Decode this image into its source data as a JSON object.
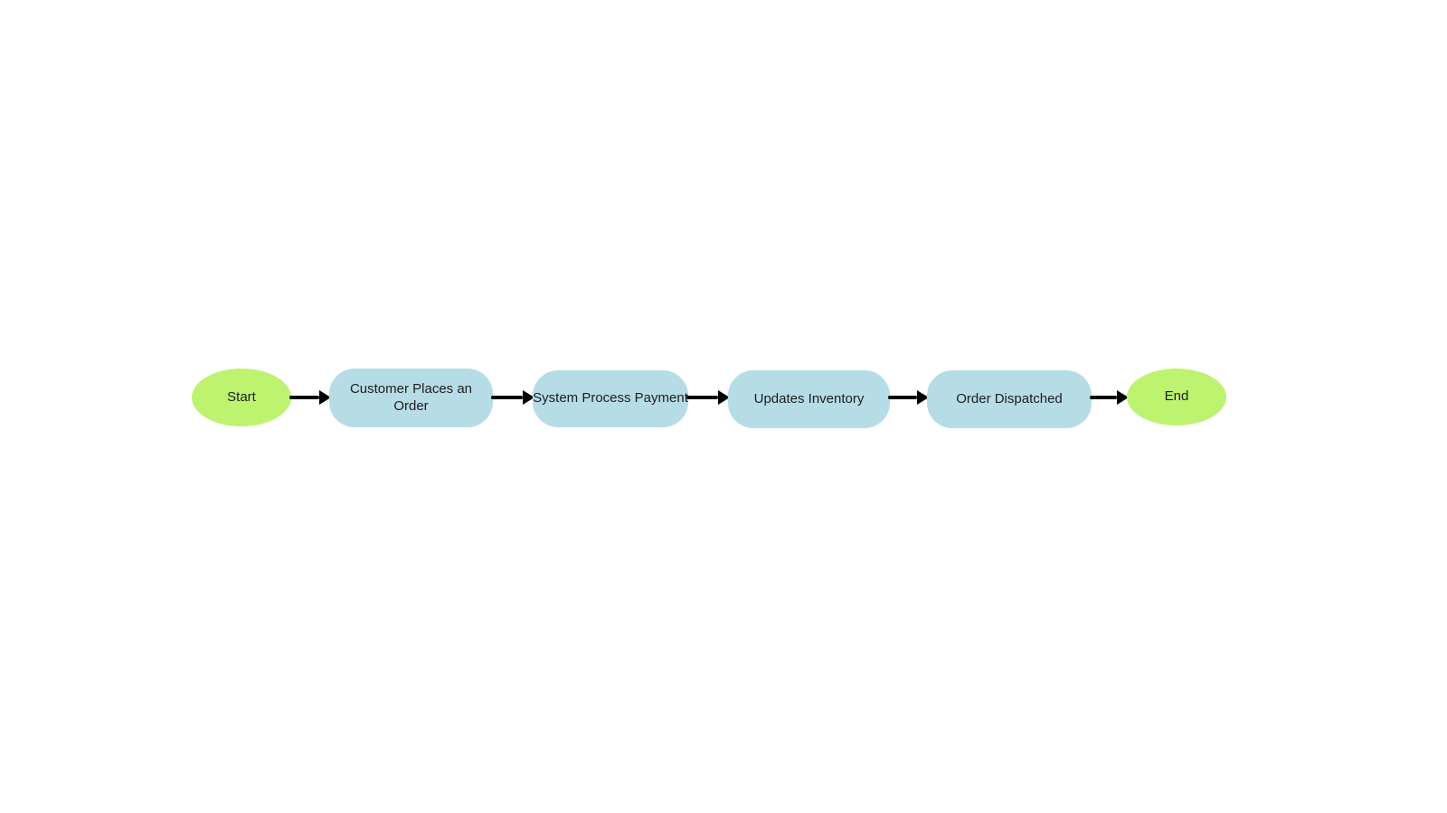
{
  "flowchart": {
    "direction": "left-to-right",
    "nodes": [
      {
        "id": "start",
        "type": "terminator",
        "label": "Start"
      },
      {
        "id": "step-1",
        "type": "process",
        "label": "Customer Places an Order"
      },
      {
        "id": "step-2",
        "type": "process",
        "label": "System Process Payment"
      },
      {
        "id": "step-3",
        "type": "process",
        "label": "Updates Inventory"
      },
      {
        "id": "step-4",
        "type": "process",
        "label": "Order Dispatched"
      },
      {
        "id": "end",
        "type": "terminator",
        "label": "End"
      }
    ],
    "edges": [
      {
        "from": "start",
        "to": "step-1"
      },
      {
        "from": "step-1",
        "to": "step-2"
      },
      {
        "from": "step-2",
        "to": "step-3"
      },
      {
        "from": "step-3",
        "to": "step-4"
      },
      {
        "from": "step-4",
        "to": "end"
      }
    ]
  },
  "colors": {
    "terminator_fill": "#bdf36f",
    "process_fill": "#b6dce6",
    "arrow_color": "#000000",
    "text": "#1e1e1e",
    "canvas_background": "#ffffff"
  }
}
